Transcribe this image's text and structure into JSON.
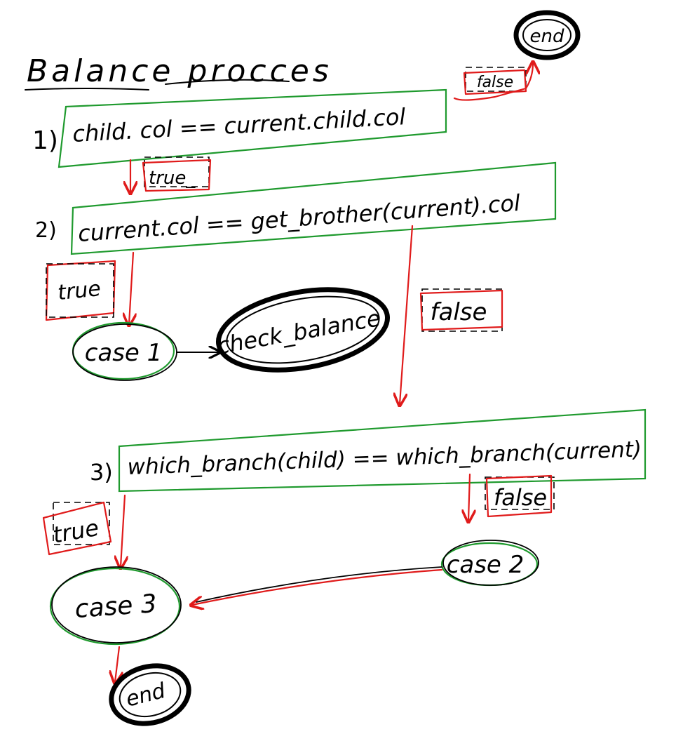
{
  "title": "Balance procces",
  "steps": [
    {
      "number": "1)",
      "condition": "child. col == current.child.col"
    },
    {
      "number": "2)",
      "condition": "current.col == get_brother(current).col"
    },
    {
      "number": "3)",
      "condition": "which_branch(child) == which_branch(current)"
    }
  ],
  "labels": {
    "true_1": "true_",
    "false_1": "false",
    "true_2": "true",
    "false_2": "false",
    "true_3": "true",
    "false_3": "false"
  },
  "nodes": {
    "end_top": "end",
    "case1": "case 1",
    "check_balance": "check_balance",
    "case2": "case 2",
    "case3": "case 3",
    "end_bottom": "end"
  },
  "colors": {
    "condition_box": "#1f9a2e",
    "flow_arrow": "#e01b1b",
    "label_box": "#e01b1b",
    "terminal_ellipse": "#000000",
    "case_ellipse": "#1f9a2e"
  }
}
